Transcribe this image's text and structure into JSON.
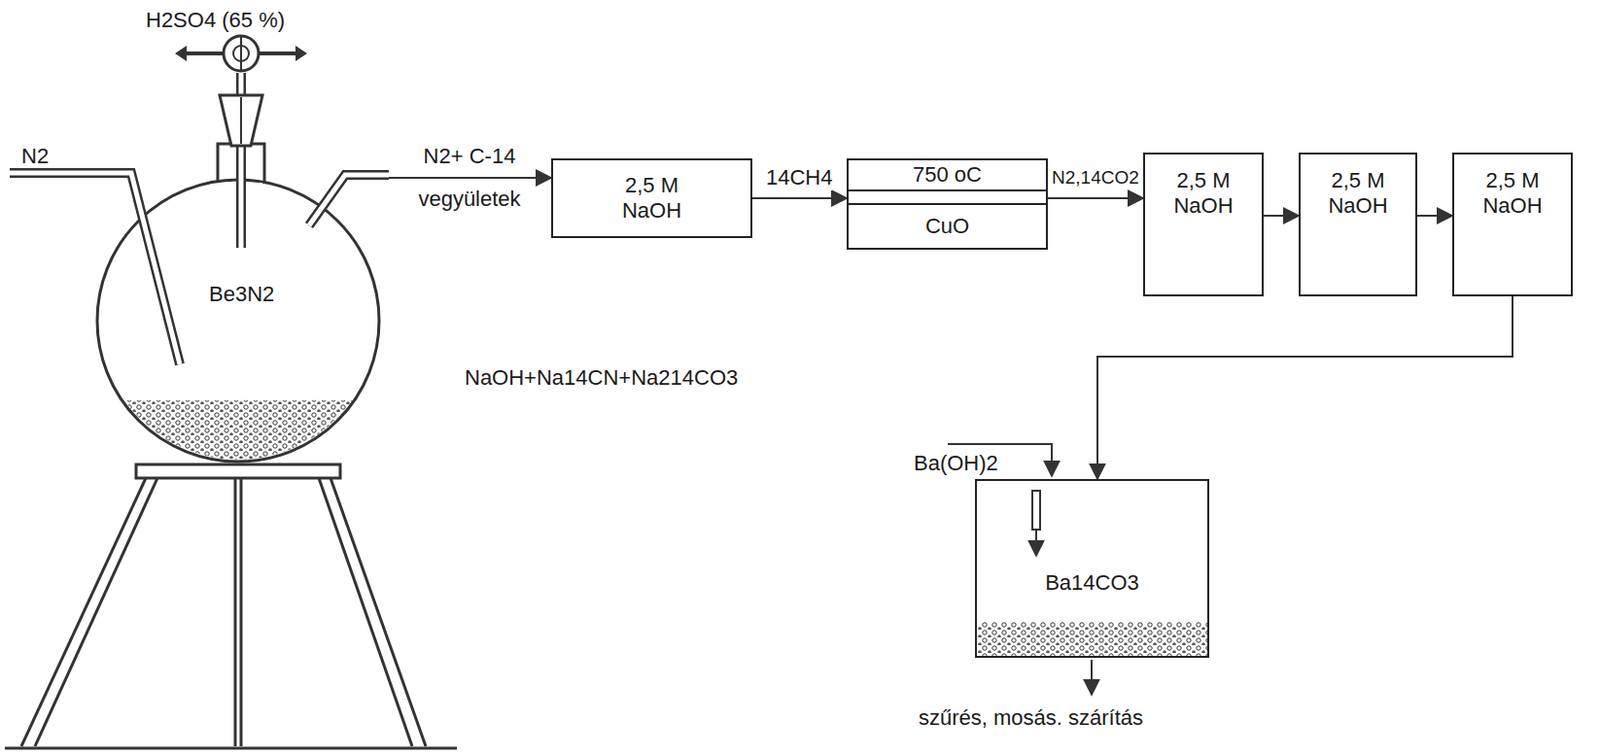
{
  "diagram": {
    "nodes": [
      {
        "text": [
          "Be3N2"
        ]
      },
      {
        "text": [
          "2,5 M NaOH"
        ]
      },
      {
        "text": [
          "750 oC",
          "CuO"
        ]
      },
      {
        "text": [
          "2,5 M NaOH"
        ]
      },
      {
        "text": [
          "2,5 M NaOH"
        ]
      },
      {
        "text": [
          "2,5 M NaOH"
        ]
      },
      {
        "text": [
          "Ba14CO3"
        ]
      }
    ],
    "edges": [
      {
        "from": 0,
        "to": 1,
        "arrow": "to",
        "label": "N2+ C-14 vegyületek"
      },
      {
        "from": 1,
        "to": 2,
        "arrow": "to",
        "label": "14CH4"
      },
      {
        "from": 2,
        "to": 3,
        "arrow": "to",
        "label": "N2,14CO2"
      },
      {
        "from": 3,
        "to": 4,
        "arrow": "to"
      },
      {
        "from": 4,
        "to": 5,
        "arrow": "to"
      },
      {
        "from": 5,
        "to": 6,
        "arrow": "to"
      }
    ],
    "labels": [
      "H2SO4 (65 %)",
      "N2",
      "NaOH+Na14CN+Na214CO3",
      "Ba(OH)2",
      "szűrés, mosás. szárítás"
    ]
  }
}
